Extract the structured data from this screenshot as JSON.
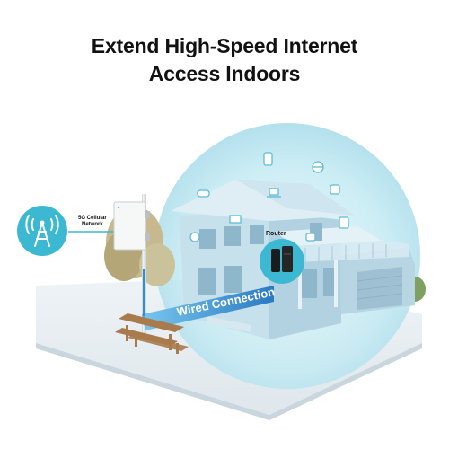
{
  "headline": {
    "line1": "Extend High-Speed Internet",
    "line2": "Access Indoors"
  },
  "labels": {
    "network_line1": "5G Cellular",
    "network_line2": "Network",
    "router": "Router",
    "wired": "Wired Connection"
  },
  "icons": {
    "tower": "cell-tower-icon",
    "outdoor_unit": "outdoor-cpe",
    "router": "router-device",
    "devices": [
      "phone-icon",
      "globe-icon",
      "wifi-icon",
      "laptop-icon",
      "tv-icon",
      "gamepad-icon",
      "tablet-icon",
      "speaker-icon",
      "camera-icon"
    ]
  },
  "colors": {
    "accent": "#3cb8d3",
    "dome": "#bfe8f1",
    "house": "#b7d7e6",
    "ground": "#e8eef2",
    "cable": "#2c7fc6",
    "text": "#111111"
  }
}
